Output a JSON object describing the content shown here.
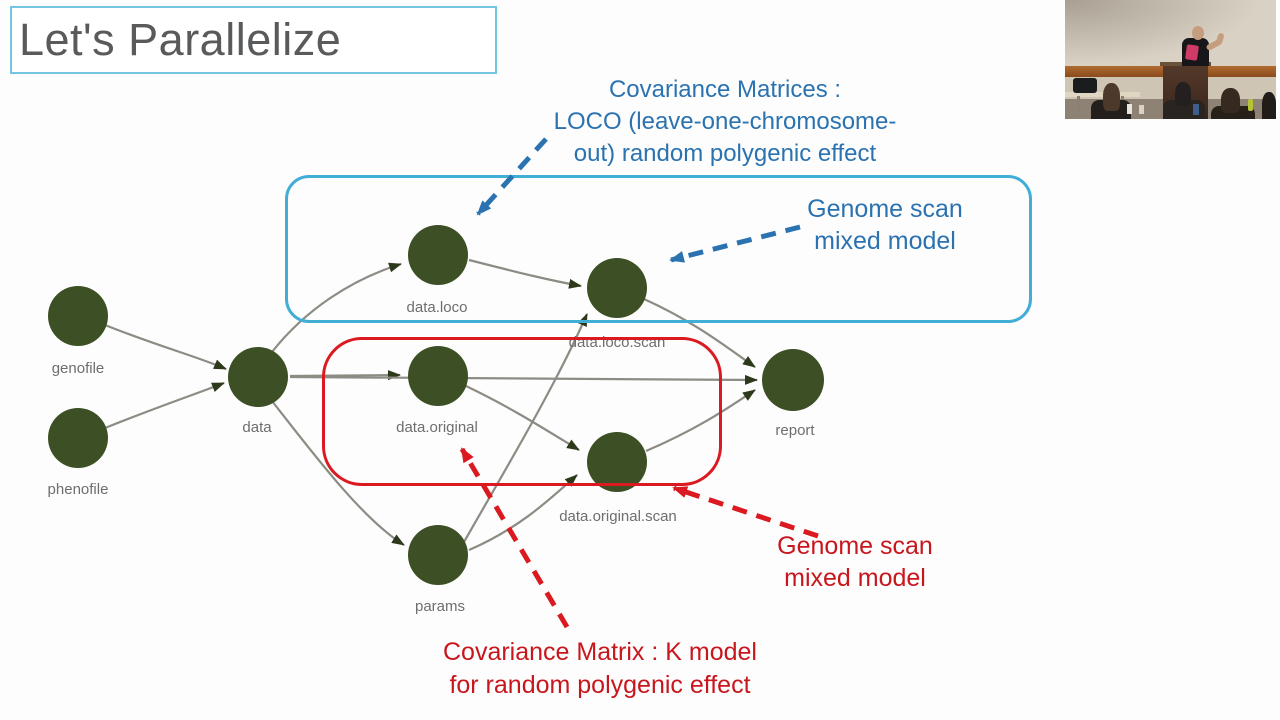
{
  "slide": {
    "title": "Let's Parallelize",
    "background": "#ffffff"
  },
  "annotations": {
    "covariance_loco": {
      "text": "Covariance Matrices :\nLOCO  (leave-one-chromosome-\nout) random polygenic effect",
      "color": "#2b72b0"
    },
    "genome_scan_loco": {
      "text": "Genome scan\nmixed model",
      "color": "#2b72b0"
    },
    "genome_scan_original": {
      "text": "Genome scan\nmixed model",
      "color": "#c8161d"
    },
    "covariance_k": {
      "text": "Covariance Matrix : K model\nfor random polygenic effect",
      "color": "#c8161d"
    }
  },
  "highlight_boxes": {
    "loco_pipeline_border": "#41aed6",
    "original_pipeline_border": "#da1a20"
  },
  "graph": {
    "colors": {
      "node": "#3d4f24",
      "edge": "#8c8c84",
      "arrowhead": "#2c3a1b",
      "label": "#6e6e6e"
    },
    "nodes": [
      {
        "label": "genofile"
      },
      {
        "label": "phenofile"
      },
      {
        "label": "data"
      },
      {
        "label": "data.loco"
      },
      {
        "label": "data.original"
      },
      {
        "label": "params"
      },
      {
        "label": "data.loco.scan"
      },
      {
        "label": "data.original.scan"
      },
      {
        "label": "report"
      }
    ],
    "edges": [
      {
        "from": "genofile",
        "to": "data"
      },
      {
        "from": "phenofile",
        "to": "data"
      },
      {
        "from": "data",
        "to": "data.loco"
      },
      {
        "from": "data",
        "to": "data.original"
      },
      {
        "from": "data",
        "to": "params"
      },
      {
        "from": "data",
        "to": "report"
      },
      {
        "from": "data.loco",
        "to": "data.loco.scan"
      },
      {
        "from": "params",
        "to": "data.loco.scan"
      },
      {
        "from": "data.original",
        "to": "data.original.scan"
      },
      {
        "from": "params",
        "to": "data.original.scan"
      },
      {
        "from": "data.loco.scan",
        "to": "report"
      },
      {
        "from": "data.original.scan",
        "to": "report"
      }
    ]
  },
  "webcam": {
    "scene": "presenter speaking at a podium in a conference room with audience"
  }
}
